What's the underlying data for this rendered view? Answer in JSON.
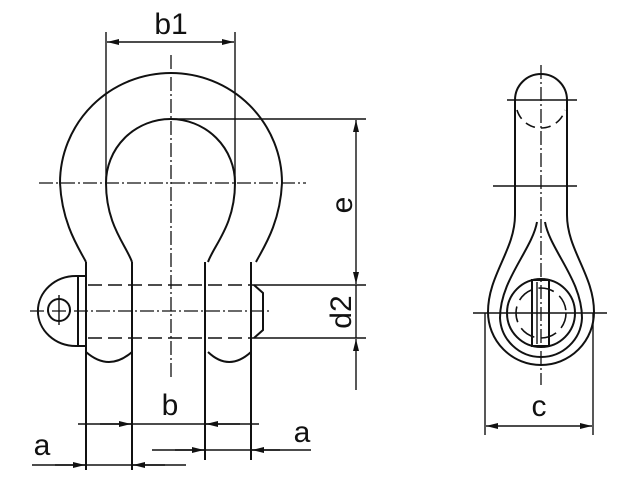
{
  "drawing": {
    "title": "Bow shackle dimension drawing",
    "views": [
      "front-view",
      "side-view"
    ],
    "colors": {
      "line": "#111111",
      "background": "#ffffff"
    }
  },
  "dimensions": {
    "b1": {
      "label": "b1"
    },
    "e": {
      "label": "e"
    },
    "d2": {
      "label": "d2"
    },
    "b": {
      "label": "b"
    },
    "a_left": {
      "label": "a"
    },
    "a_right": {
      "label": "a"
    },
    "c": {
      "label": "c"
    }
  }
}
